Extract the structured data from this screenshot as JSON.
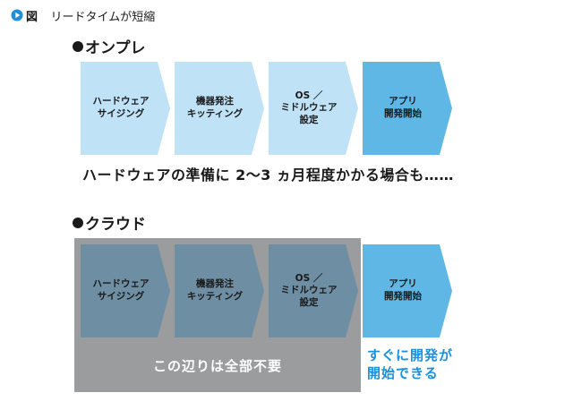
{
  "figure": {
    "label": "図",
    "title": "リードタイムが短縮"
  },
  "onprem": {
    "heading": "オンプレ",
    "steps": [
      {
        "label": "ハードウェア\nサイジング"
      },
      {
        "label": "機器発注\nキッティング"
      },
      {
        "label": "OS ／\nミドルウェア\n設定"
      },
      {
        "label": "アプリ\n開発開始"
      }
    ],
    "note": "ハードウェアの準備に 2～3 ヵ月程度かかる場合も……"
  },
  "cloud": {
    "heading": "クラウド",
    "steps": [
      {
        "label": "ハードウェア\nサイジング"
      },
      {
        "label": "機器発注\nキッティング"
      },
      {
        "label": "OS ／\nミドルウェア\n設定"
      },
      {
        "label": "アプリ\n開発開始"
      }
    ],
    "unneeded_note": "この辺りは全部不要",
    "benefit": "すぐに開発が\n開始できる"
  },
  "colors": {
    "step_light": "#bfe2f7",
    "step_highlight": "#5fb7e6",
    "step_grayed": "#6d8ea3",
    "accent": "#1e8fd8"
  }
}
